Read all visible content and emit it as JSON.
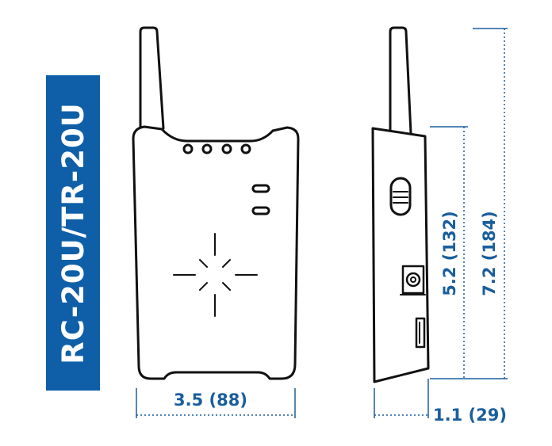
{
  "model": {
    "name": "RC-20U/TR-20U",
    "banner_color": "#0f5fa8"
  },
  "dimensions": {
    "width": "3.5 (88)",
    "depth": "1.1 (29)",
    "body_height": "5.2 (132)",
    "total_height": "7.2 (184)",
    "color": "#1a5e9c"
  },
  "icons": {
    "front_view": "transmitter-front-icon",
    "side_view": "transmitter-side-icon"
  }
}
